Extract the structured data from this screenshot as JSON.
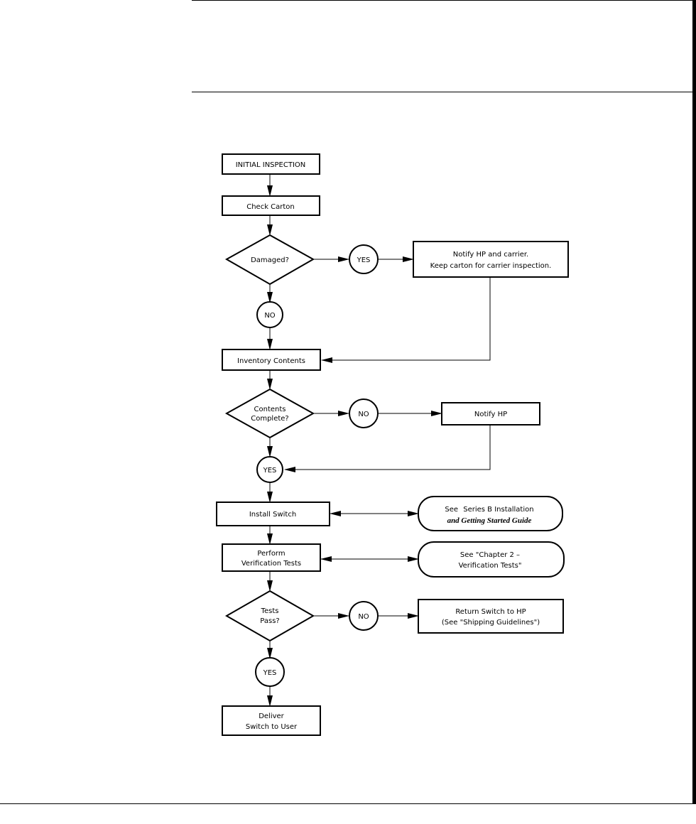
{
  "nodes": {
    "initial_inspection": "INITIAL  INSPECTION",
    "check_carton": "Check  Carton",
    "damaged": "Damaged?",
    "damaged_yes": "YES",
    "notify_carrier": [
      "Notify  HP  and  carrier.",
      "Keep  carton  for  carrier  inspection."
    ],
    "damaged_no": "NO",
    "inventory_contents": "Inventory  Contents",
    "contents_complete": [
      "Contents",
      "Complete?"
    ],
    "contents_no": "NO",
    "notify_hp": "Notify  HP",
    "contents_yes": "YES",
    "install_switch": "Install  Switch",
    "see_guide_prefix": "See",
    "see_guide_title_1": "Series  B  Installation",
    "see_guide_title_2": "and  Getting  Started  Guide",
    "perform_tests": [
      "Perform",
      "Verification  Tests"
    ],
    "see_chapter": [
      "See  \"Chapter  2  –",
      "Verification  Tests\""
    ],
    "tests_pass": [
      "Tests",
      "Pass?"
    ],
    "tests_no": "NO",
    "return_switch": [
      "Return   Switch  to  HP",
      "(See  \"Shipping  Guidelines\")"
    ],
    "tests_yes": "YES",
    "deliver": [
      "Deliver",
      "Switch  to  User"
    ]
  }
}
